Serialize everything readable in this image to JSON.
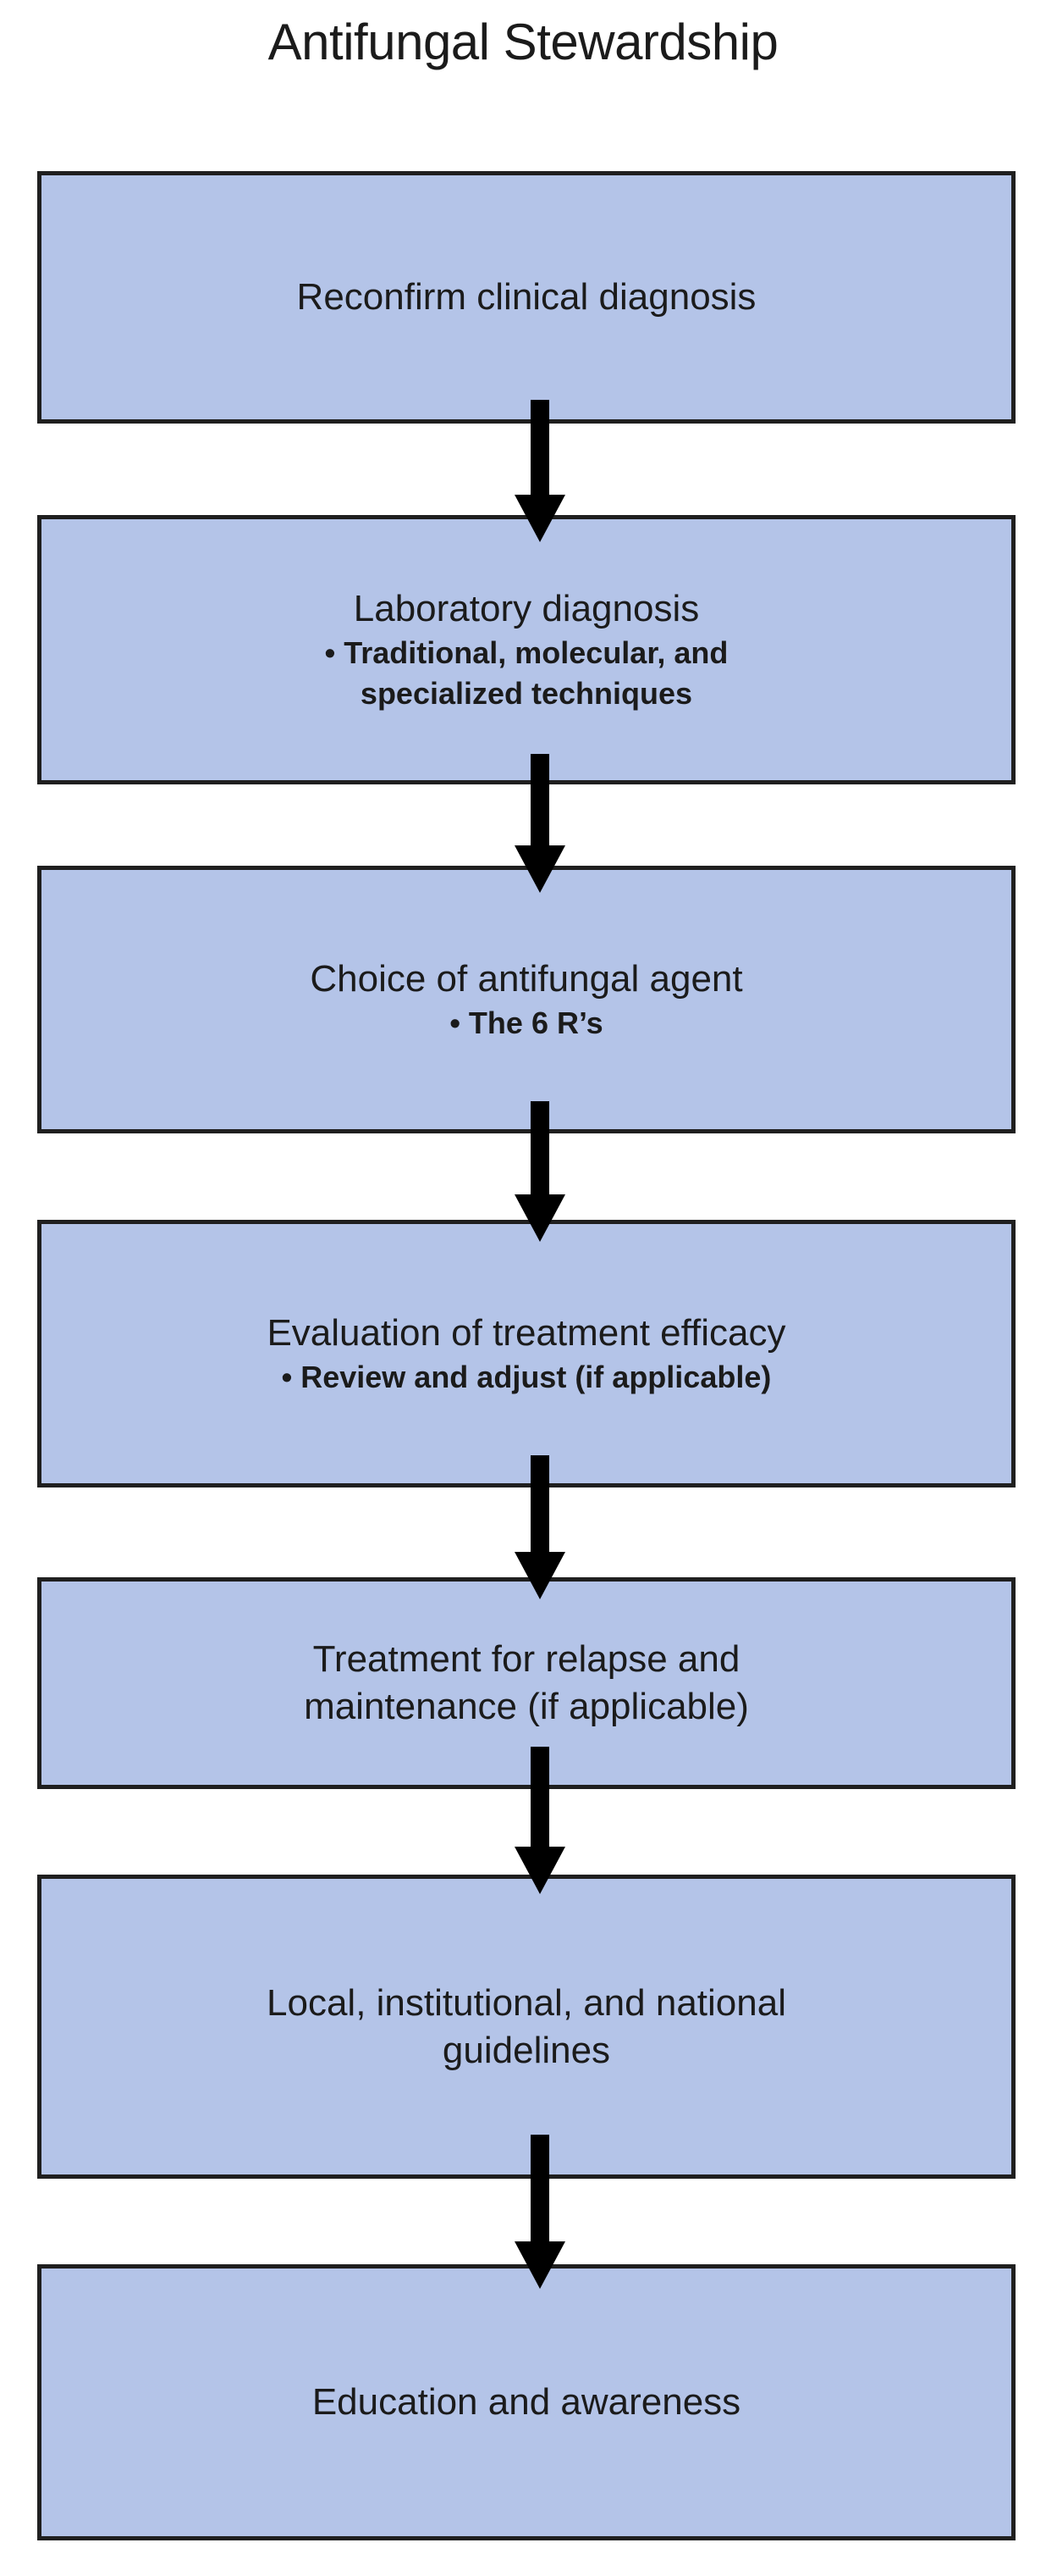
{
  "title": "Antifungal Stewardship",
  "colors": {
    "box_fill": "#b4c4e8",
    "box_border": "#1f1f1f",
    "arrow": "#000000",
    "text": "#1b1b1b",
    "background": "#ffffff"
  },
  "flow": {
    "orientation": "vertical-top-to-bottom",
    "steps": [
      {
        "index": 1,
        "title": "Reconfirm clinical diagnosis",
        "bullet": ""
      },
      {
        "index": 2,
        "title": "Laboratory diagnosis",
        "bullet": "• Traditional, molecular, and\nspecialized techniques"
      },
      {
        "index": 3,
        "title": "Choice of antifungal agent",
        "bullet": "• The 6 R’s"
      },
      {
        "index": 4,
        "title": "Evaluation of treatment efficacy",
        "bullet": "• Review and adjust (if applicable)"
      },
      {
        "index": 5,
        "title": "Treatment for relapse and\nmaintenance (if applicable)",
        "bullet": ""
      },
      {
        "index": 6,
        "title": "Local, institutional, and national\nguidelines",
        "bullet": ""
      },
      {
        "index": 7,
        "title": "Education and awareness",
        "bullet": ""
      }
    ],
    "connectors": [
      {
        "from": 1,
        "to": 2,
        "type": "down-arrow"
      },
      {
        "from": 2,
        "to": 3,
        "type": "down-arrow"
      },
      {
        "from": 3,
        "to": 4,
        "type": "down-arrow"
      },
      {
        "from": 4,
        "to": 5,
        "type": "down-arrow"
      },
      {
        "from": 5,
        "to": 6,
        "type": "down-arrow"
      },
      {
        "from": 6,
        "to": 7,
        "type": "down-arrow"
      }
    ]
  }
}
